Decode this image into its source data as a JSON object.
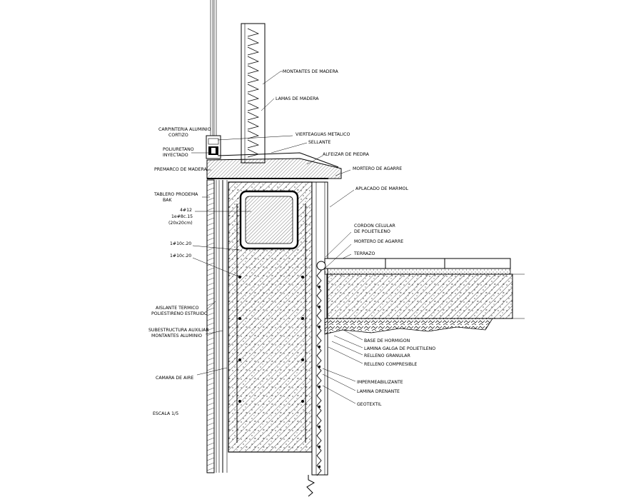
{
  "labels": {
    "montantes_madera": "MONTANTES DE MADERA",
    "lamas_madera": "LAMAS DE MADERA",
    "carpinteria": "CARPINTERIA ALUMINIO",
    "carpinteria_2": "CORTIZO",
    "vierteaguas": "VIERTEAGUAS METALICO",
    "sellante": "SELLANTE",
    "poliuretano": "POLIURETANO",
    "poliuretano_2": "INYECTADO",
    "alfeizar": "ALFEIZAR DE PIEDRA",
    "premarco": "PREMARCO DE MADERA",
    "mortero_agarre_top": "MORTERO DE AGARRE",
    "tablero": "TABLERO PRODEMA",
    "tablero_2": "BAK",
    "aplacado": "APLACADO DE MARMOL",
    "rebar_main": "4#12",
    "rebar_stirrup": "1e#8c.15",
    "rebar_size": "(20x20cm)",
    "cordon": "CORDON CELULAR",
    "cordon_2": "DE POLIETILENO",
    "mortero_agarre_mid": "MORTERO DE AGARRE",
    "terrazo": "TERRAZO",
    "bar_a": "1#10c.20",
    "bar_b": "1#10c.20",
    "aislante": "AISLANTE TERMICO",
    "aislante_2": "POLIESTIRENO ESTRUIDO",
    "subestructura": "SUBESTRUCTURA AUXILIAR",
    "subestructura_2": "MONTANTES ALUMINIO",
    "base_hormigon": "BASE DE HORMIGON",
    "lamina_galga": "LAMINA GALGA DE POLIETILENO",
    "relleno_granular": "RELLENO GRANULAR",
    "relleno_compresible": "RELLENO COMPRESIBLE",
    "camara": "CAMARA DE AIRE",
    "impermeabilizante": "IMPERMEABILIZANTE",
    "lamina_drenante": "LAMINA DRENANTE",
    "geotextil": "GEOTEXTIL",
    "escala": "ESCALA 1/5"
  }
}
